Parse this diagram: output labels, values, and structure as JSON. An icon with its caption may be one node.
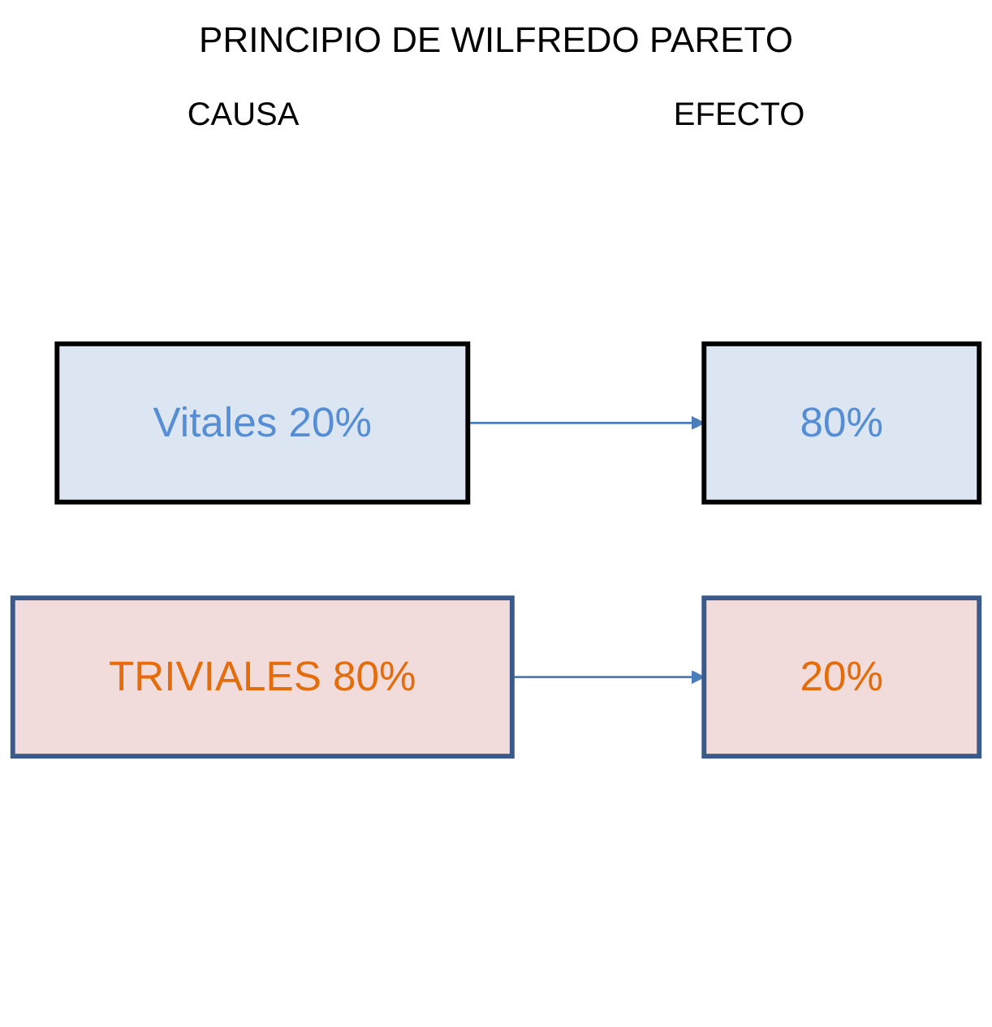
{
  "diagram": {
    "title": "PRINCIPIO DE WILFREDO PARETO",
    "nodes": [
      {
        "text": [
          "Vitales 20%"
        ]
      },
      {
        "text": [
          "80%"
        ]
      },
      {
        "text": [
          "TRIVIALES 80%"
        ]
      },
      {
        "text": [
          "20%"
        ]
      }
    ],
    "edges": [
      {
        "from": 0,
        "to": 1,
        "arrow": "to"
      },
      {
        "from": 2,
        "to": 3,
        "arrow": "to"
      }
    ],
    "labels": [
      "CAUSA",
      "EFECTO"
    ]
  }
}
